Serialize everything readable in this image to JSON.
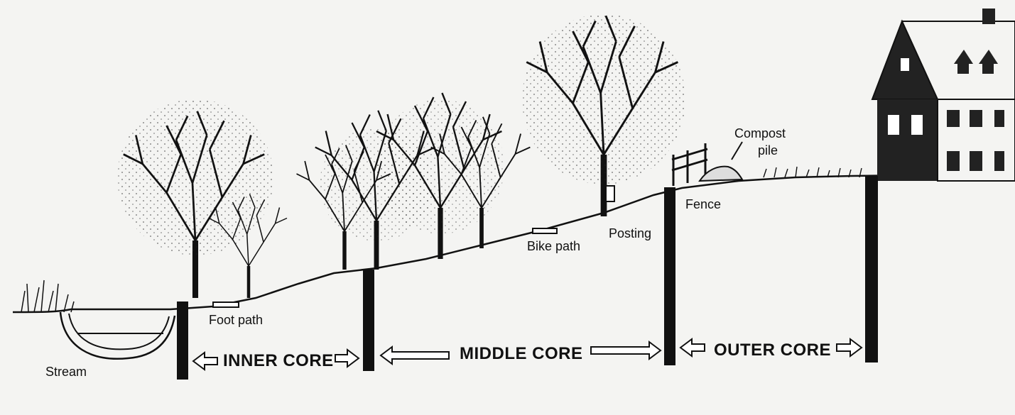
{
  "labels": {
    "stream": "Stream",
    "foot_path": "Foot path",
    "bike_path": "Bike path",
    "posting": "Posting",
    "fence": "Fence",
    "compost_line1": "Compost",
    "compost_line2": "pile"
  },
  "zones": {
    "inner": "INNER CORE",
    "middle": "MIDDLE CORE",
    "outer": "OUTER CORE"
  },
  "colors": {
    "ink": "#111111",
    "paper": "#f4f4f2"
  }
}
